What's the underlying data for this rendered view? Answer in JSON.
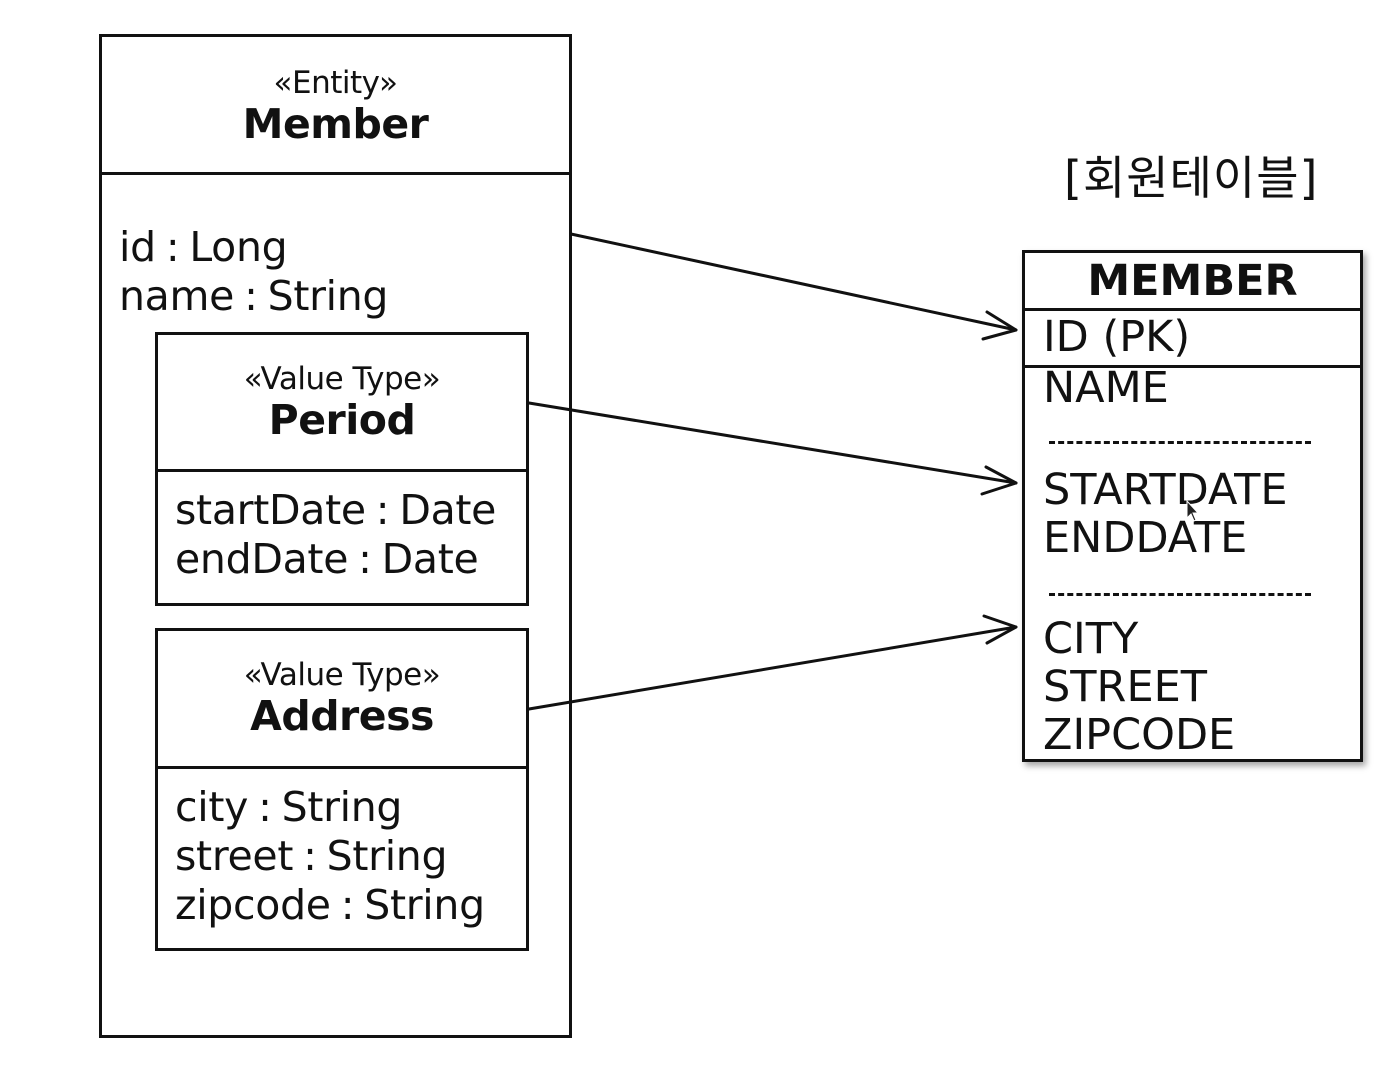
{
  "entity": {
    "stereotype": "«Entity»",
    "name": "Member",
    "attributes": [
      {
        "name": "id",
        "type": "Long"
      },
      {
        "name": "name",
        "type": "String"
      }
    ]
  },
  "period": {
    "stereotype": "«Value Type»",
    "name": "Period",
    "attributes": [
      {
        "name": "startDate",
        "type": "Date"
      },
      {
        "name": "endDate",
        "type": "Date"
      }
    ]
  },
  "address": {
    "stereotype": "«Value Type»",
    "name": "Address",
    "attributes": [
      {
        "name": "city",
        "type": "String"
      },
      {
        "name": "street",
        "type": "String"
      },
      {
        "name": "zipcode",
        "type": "String"
      }
    ]
  },
  "separator": ":",
  "table": {
    "caption": "[회원테이블]",
    "name": "MEMBER",
    "pk": "ID (PK)",
    "columns": [
      "NAME",
      "STARTDATE",
      "ENDDATE",
      "CITY",
      "STREET",
      "ZIPCODE"
    ]
  },
  "colors": {
    "line": "#111111",
    "background": "#ffffff"
  }
}
